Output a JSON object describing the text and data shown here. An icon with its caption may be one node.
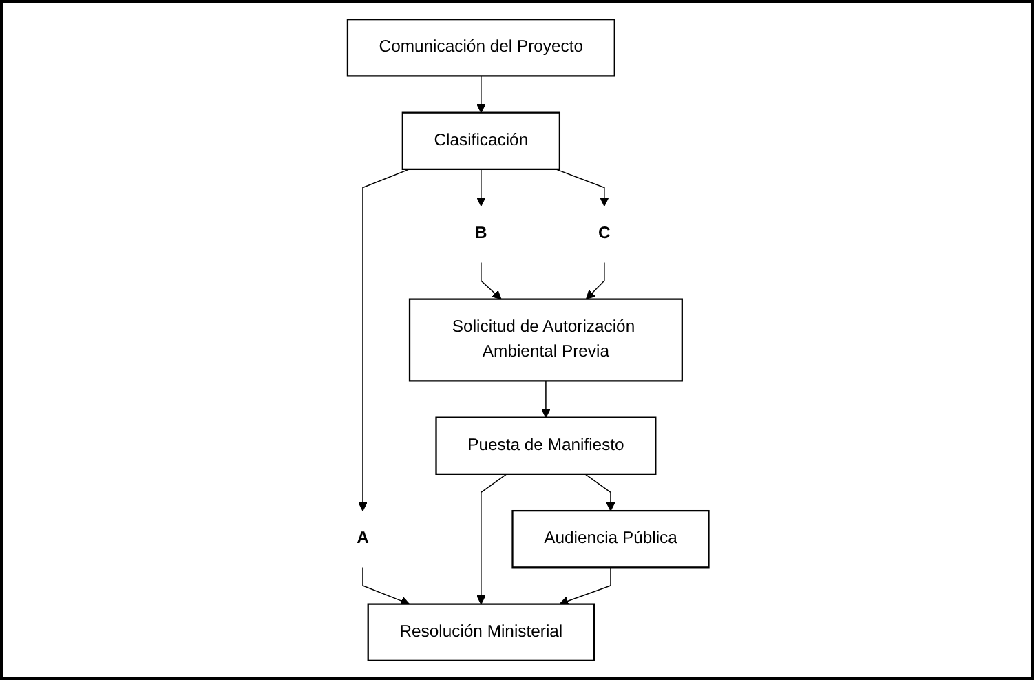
{
  "diagram": {
    "nodes": [
      {
        "text": [
          "Comunicación del Proyecto"
        ]
      },
      {
        "text": [
          "Clasificación"
        ]
      },
      {
        "text": [
          "A"
        ]
      },
      {
        "text": [
          "B"
        ]
      },
      {
        "text": [
          "C"
        ]
      },
      {
        "text": [
          "Solicitud de Autorización Ambiental Previa"
        ]
      },
      {
        "text": [
          "Puesta de Manifiesto"
        ]
      },
      {
        "text": [
          "Audiencia Pública"
        ]
      },
      {
        "text": [
          "Resolución Ministerial"
        ]
      }
    ],
    "edges": [
      {
        "from": 0,
        "to": 1,
        "arrow": "to"
      },
      {
        "from": 1,
        "to": 2,
        "arrow": "to"
      },
      {
        "from": 1,
        "to": 3,
        "arrow": "to"
      },
      {
        "from": 1,
        "to": 4,
        "arrow": "to"
      },
      {
        "from": 2,
        "to": 8,
        "arrow": "to"
      },
      {
        "from": 3,
        "to": 5,
        "arrow": "to"
      },
      {
        "from": 4,
        "to": 5,
        "arrow": "to"
      },
      {
        "from": 5,
        "to": 6,
        "arrow": "to"
      },
      {
        "from": 6,
        "to": 7,
        "arrow": "to"
      },
      {
        "from": 6,
        "to": 8,
        "arrow": "to"
      },
      {
        "from": 7,
        "to": 8,
        "arrow": "to"
      }
    ]
  }
}
